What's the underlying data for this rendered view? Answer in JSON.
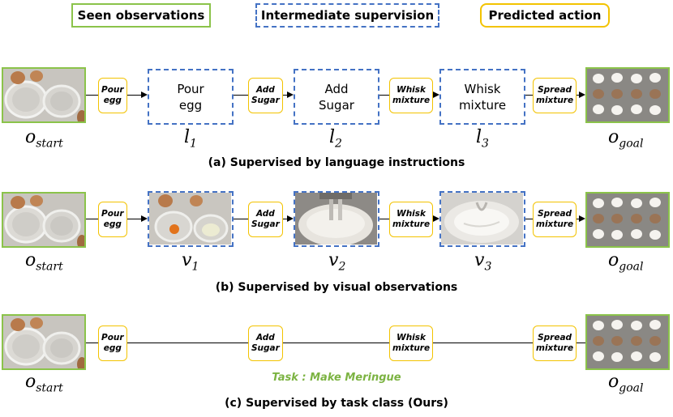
{
  "legend": {
    "seen": "Seen observations",
    "intermediate": "Intermediate supervision",
    "predicted": "Predicted action"
  },
  "actions": [
    {
      "line1": "Pour",
      "line2": "egg"
    },
    {
      "line1": "Add",
      "line2": "Sugar"
    },
    {
      "line1": "Whisk",
      "line2": "mixture"
    },
    {
      "line1": "Spread",
      "line2": "mixture"
    }
  ],
  "language_steps": [
    {
      "line1": "Pour",
      "line2": "egg"
    },
    {
      "line1": "Add",
      "line2": "Sugar"
    },
    {
      "line1": "Whisk",
      "line2": "mixture"
    }
  ],
  "labels": {
    "start_base": "o",
    "start_sub": "start",
    "goal_base": "o",
    "goal_sub": "goal",
    "l1_base": "l",
    "l1_sub": "1",
    "l2_base": "l",
    "l2_sub": "2",
    "l3_base": "l",
    "l3_sub": "3",
    "v1_base": "v",
    "v1_sub": "1",
    "v2_base": "v",
    "v2_sub": "2",
    "v3_base": "v",
    "v3_sub": "3"
  },
  "captions": {
    "a": "(a) Supervised by language instructions",
    "b": "(b) Supervised by visual observations",
    "c": "(c) Supervised by task class (Ours)"
  },
  "task_label": "Task : Make Meringue",
  "colors": {
    "seen_border": "#8bc34a",
    "intermediate_border": "#4472c4",
    "action_border": "#f3c300",
    "task_text": "#7cb342"
  }
}
